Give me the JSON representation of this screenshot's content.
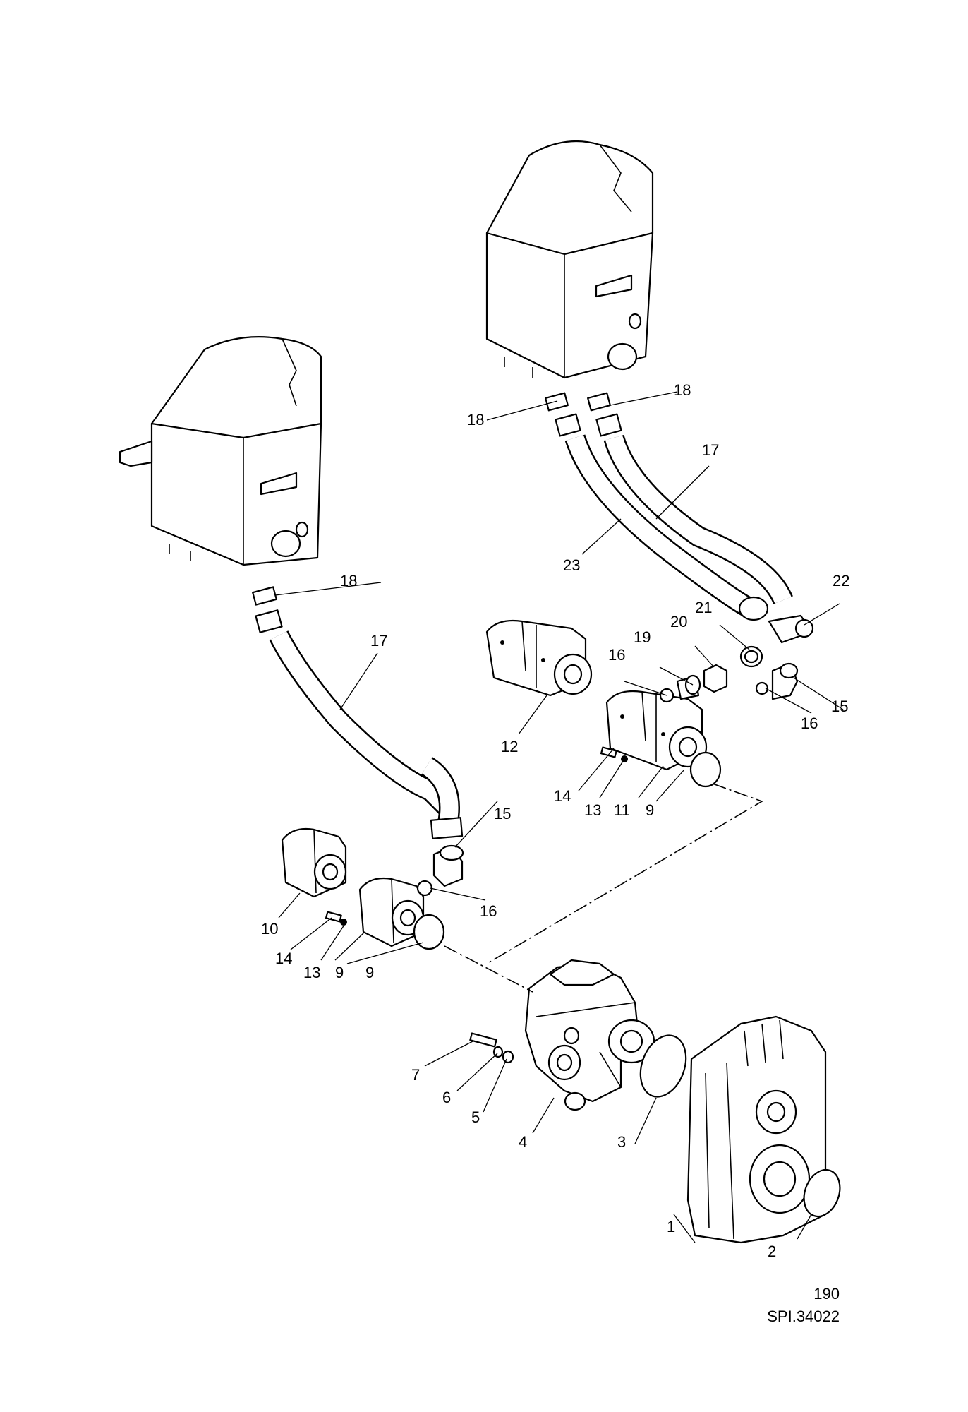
{
  "diagram": {
    "callouts": {
      "c1": "1",
      "c2": "2",
      "c3": "3",
      "c4": "4",
      "c5": "5",
      "c6": "6",
      "c7": "7",
      "c9a": "9",
      "c9b": "9",
      "c9c": "9",
      "c10": "10",
      "c11": "11",
      "c12": "12",
      "c13a": "13",
      "c13b": "13",
      "c14a": "14",
      "c14b": "14",
      "c15a": "15",
      "c15b": "15",
      "c16a": "16",
      "c16b": "16",
      "c16c": "16",
      "c17a": "17",
      "c17b": "17",
      "c18a": "18",
      "c18b": "18",
      "c18c": "18",
      "c19": "19",
      "c20": "20",
      "c21": "21",
      "c22": "22",
      "c23": "23"
    },
    "footer": {
      "page_number": "190",
      "reference": "SPI.34022"
    }
  }
}
